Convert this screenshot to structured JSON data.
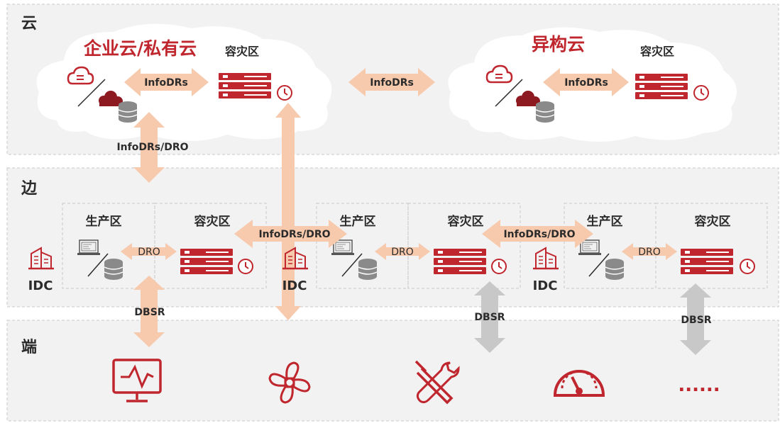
{
  "tiers": {
    "cloud": "云",
    "edge": "边",
    "terminal": "端"
  },
  "cloud": {
    "enterprise_title": "企业云/私有云",
    "enterprise_dr_label": "容灾区",
    "hetero_title": "异构云",
    "hetero_dr_label": "容灾区",
    "link_left": "InfoDRs",
    "link_middle": "InfoDRs",
    "link_right": "InfoDRs"
  },
  "links": {
    "cloud_to_edge": "InfoDRs/DRO",
    "edge_mid_1": "InfoDRs/DRO",
    "edge_mid_2": "InfoDRs/DRO",
    "dbsr_1": "DBSR",
    "dbsr_2": "DBSR",
    "dbsr_3": "DBSR"
  },
  "edge": {
    "idc_1": {
      "label": "IDC",
      "prod": "生产区",
      "dr": "容灾区",
      "link": "DRO"
    },
    "idc_2": {
      "label": "IDC",
      "prod": "生产区",
      "dr": "容灾区",
      "link": "DRO"
    },
    "idc_3": {
      "label": "IDC",
      "prod": "生产区",
      "dr": "容灾区",
      "link": "DRO"
    }
  },
  "terminal": {
    "icons": [
      "monitor-icon",
      "fan-icon",
      "tools-icon",
      "gauge-icon"
    ],
    "more": "......"
  },
  "colors": {
    "red": "#c0262d",
    "arrow_peach": "#f7c9ad",
    "arrow_gray": "#c8c8c8",
    "band_bg": "#f2f2f2",
    "dark": "#2b2b2b"
  }
}
